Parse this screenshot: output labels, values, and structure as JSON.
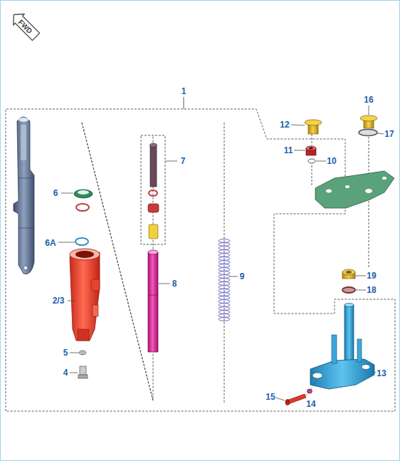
{
  "diagram": {
    "nodes": [
      {
        "text": [
          "FWD"
        ]
      }
    ],
    "labels": [
      "1",
      "12",
      "16",
      "7",
      "11",
      "10",
      "17",
      "6",
      "6A",
      "2/3",
      "8",
      "9",
      "19",
      "18",
      "5",
      "4",
      "13",
      "15",
      "14"
    ]
  }
}
